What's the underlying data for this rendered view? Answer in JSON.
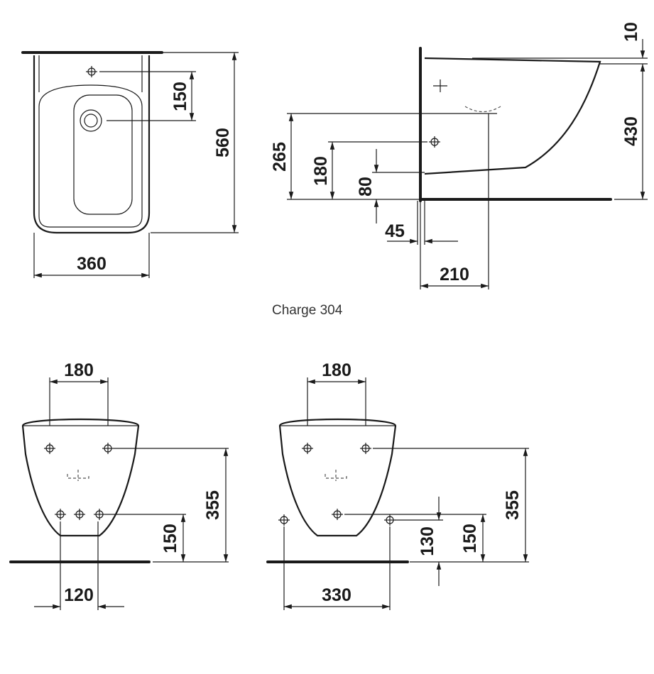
{
  "caption": "Charge 304",
  "top_view": {
    "dim_tap_to_drain": "150",
    "dim_length": "560",
    "dim_width": "360"
  },
  "side_view": {
    "dim_top_rim": "10",
    "dim_height": "430",
    "dim_drain_height": "265",
    "dim_tap_hole": "180",
    "dim_lower": "80",
    "dim_offset": "45",
    "dim_drain_depth": "210"
  },
  "front_view_left": {
    "dim_top_holes": "180",
    "dim_top_height": "355",
    "dim_lower_height": "150",
    "dim_lower_holes": "120"
  },
  "front_view_right": {
    "dim_top_holes": "180",
    "dim_top_height": "355",
    "dim_outer_height": "130",
    "dim_lower_height": "150",
    "dim_outer_holes": "330"
  }
}
